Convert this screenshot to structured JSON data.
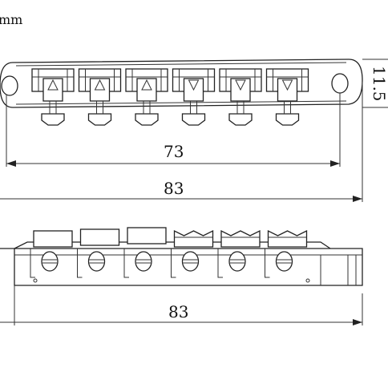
{
  "unit_label": "mm",
  "dimensions": {
    "height_top": "11.5",
    "saddle_span": "73",
    "overall_top": "83",
    "overall_side": "83"
  },
  "saddle_count": 6,
  "saddle_markers": [
    "up",
    "up",
    "up",
    "down",
    "down",
    "down"
  ],
  "side_saddle_caps": [
    "flat",
    "flat",
    "flat",
    "notched",
    "notched",
    "notched"
  ]
}
